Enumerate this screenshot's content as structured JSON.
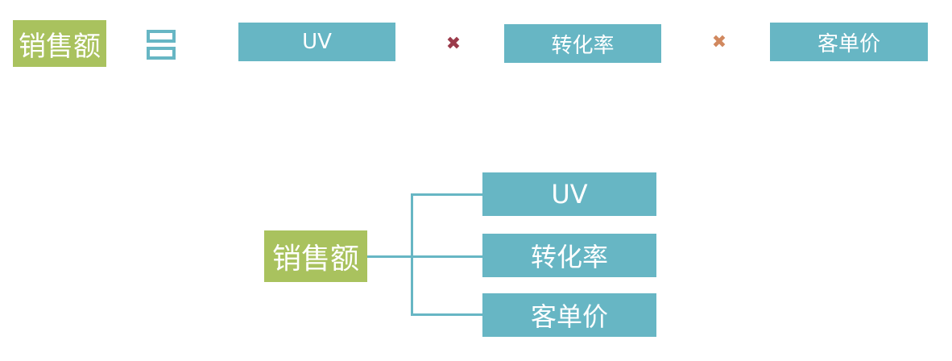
{
  "equation": {
    "result": "销售额",
    "factor1": "UV",
    "multiply1": "✖",
    "factor2": "转化率",
    "multiply2": "✖",
    "factor3": "客单价"
  },
  "tree": {
    "root": "销售额",
    "children": [
      "UV",
      "转化率",
      "客单价"
    ]
  },
  "colors": {
    "green": "#a9c25e",
    "teal": "#67b6c4",
    "multiply1": "#9b3a4a",
    "multiply2": "#d1885e"
  }
}
